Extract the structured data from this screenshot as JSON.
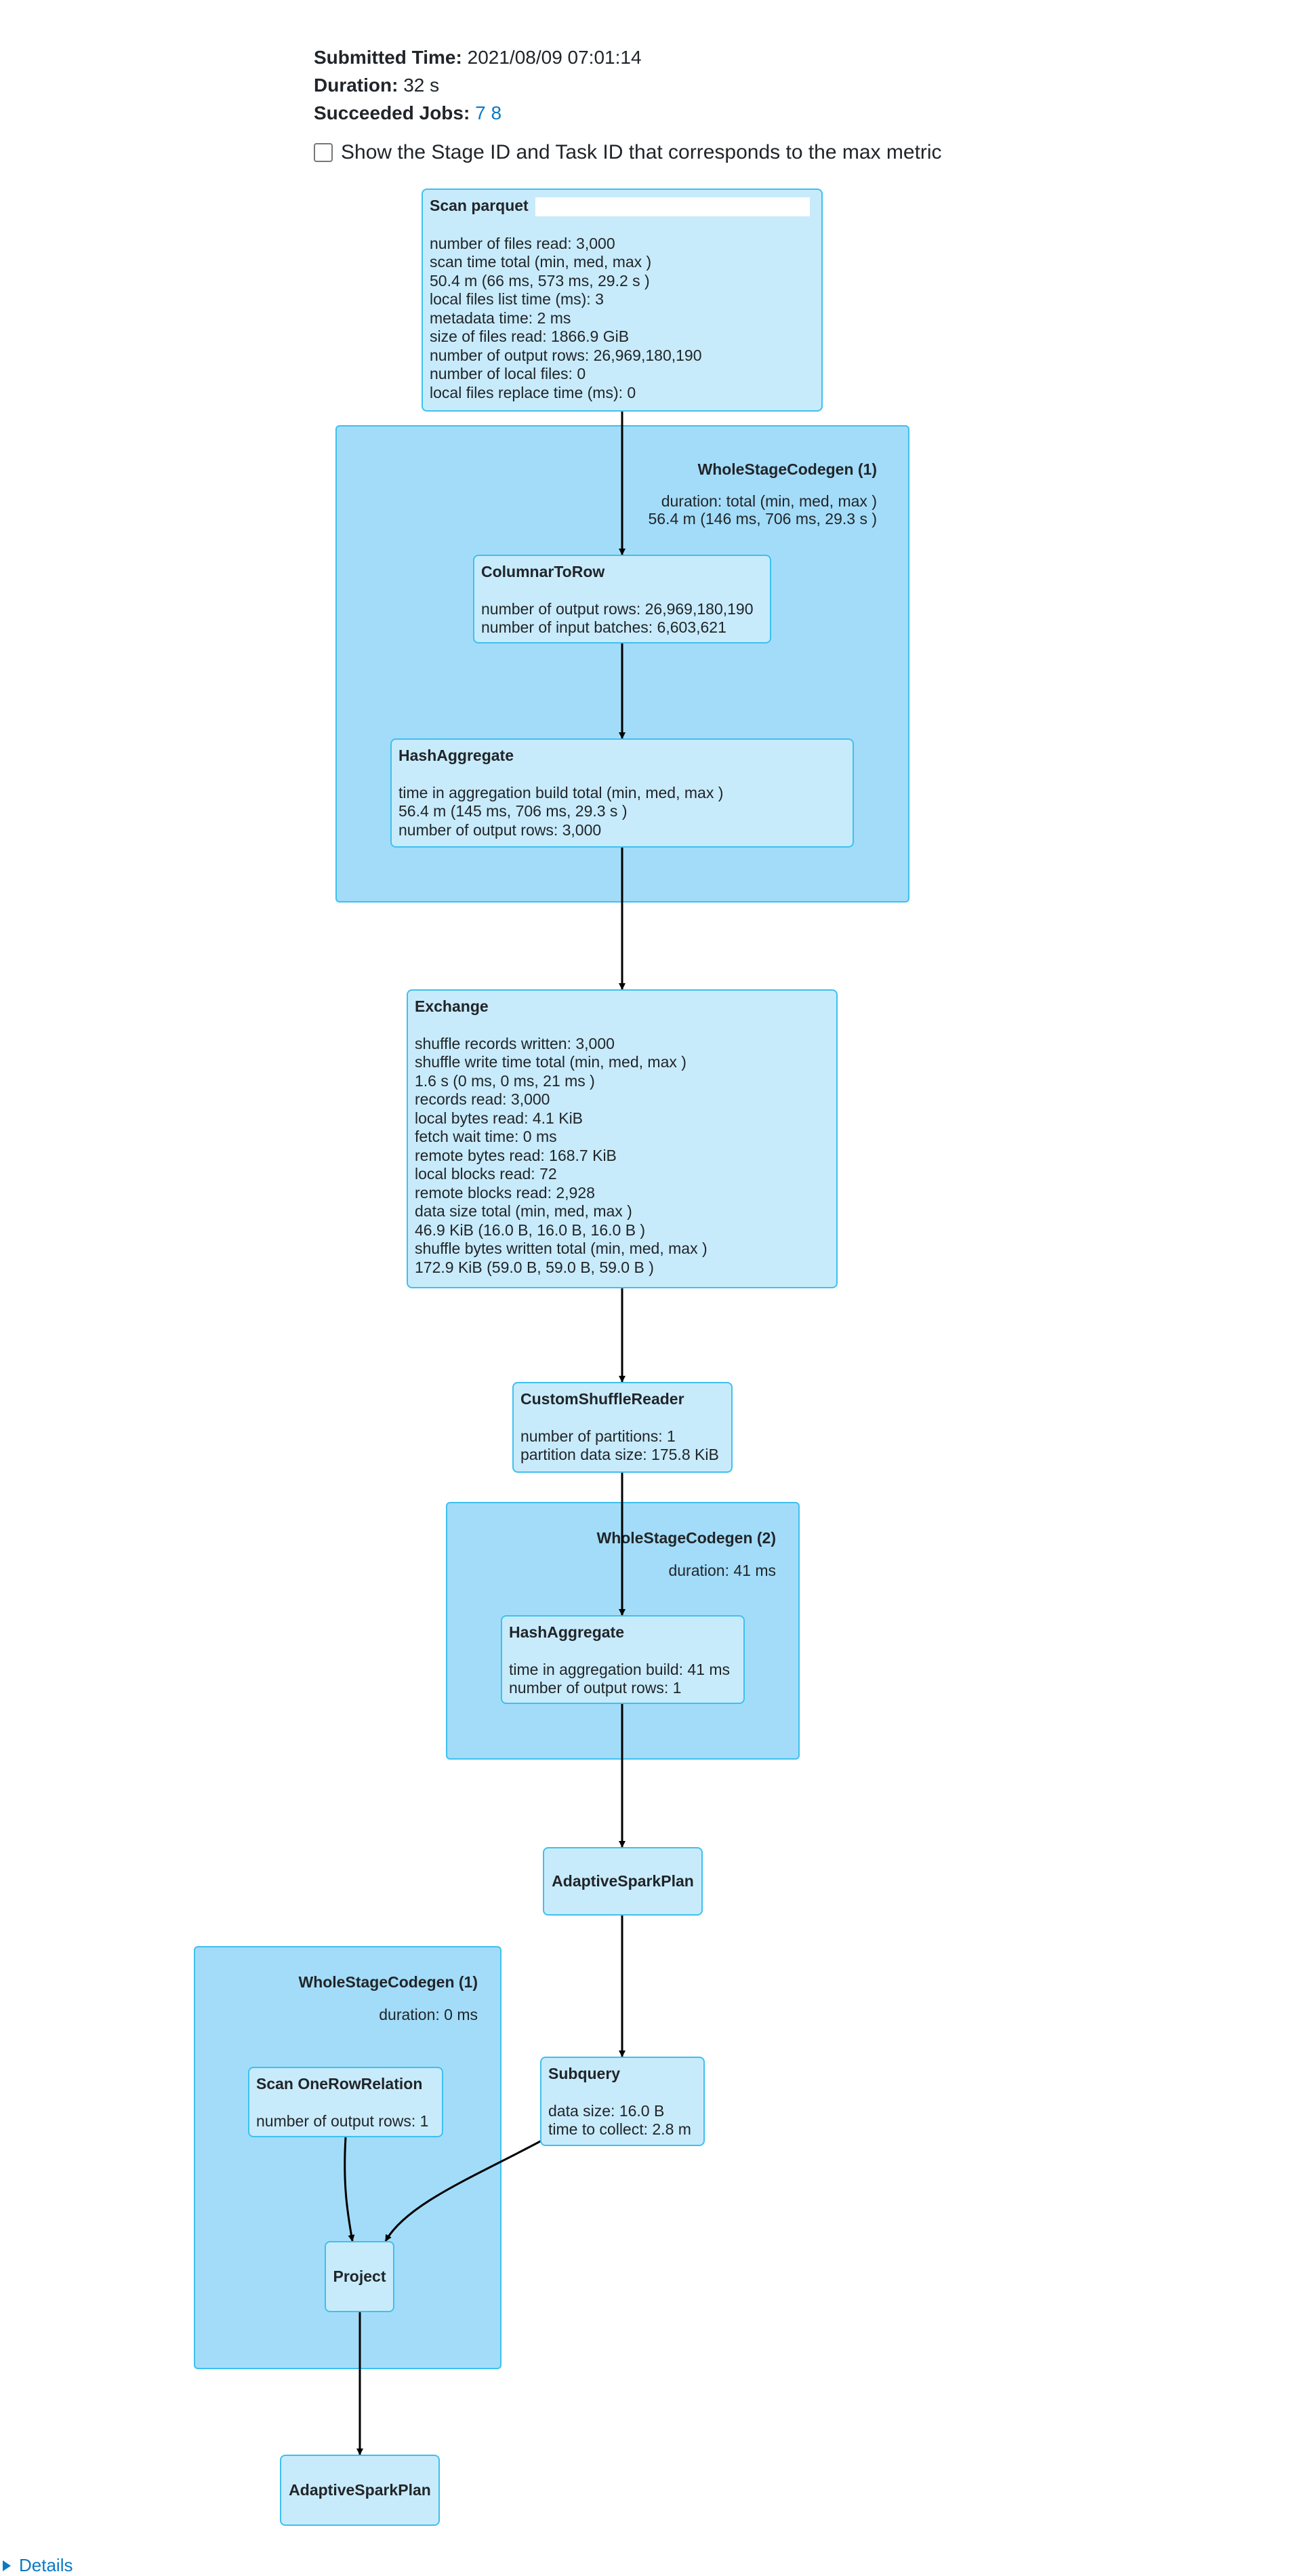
{
  "summary": {
    "submitted_label": "Submitted Time:",
    "submitted_value": "2021/08/09 07:01:14",
    "duration_label": "Duration:",
    "duration_value": "32 s",
    "jobs_label": "Succeeded Jobs:",
    "job_links": [
      "7",
      "8"
    ]
  },
  "checkbox": {
    "label": "Show the Stage ID and Task ID that corresponds to the max metric",
    "checked": false
  },
  "clusters": [
    {
      "title": "WholeStageCodegen (1)",
      "lines": [
        "duration: total (min, med, max )",
        "56.4 m (146 ms, 706 ms, 29.3 s )"
      ]
    },
    {
      "title": "WholeStageCodegen (2)",
      "lines": [
        "duration: 41 ms"
      ]
    },
    {
      "title": "WholeStageCodegen (1)",
      "lines": [
        "duration: 0 ms"
      ]
    }
  ],
  "nodes": {
    "scan_parquet": {
      "title": "Scan parquet",
      "lines": [
        "number of files read: 3,000",
        "scan time total (min, med, max )",
        "50.4 m (66 ms, 573 ms, 29.2 s )",
        "local files list time (ms): 3",
        "metadata time: 2 ms",
        "size of files read: 1866.9 GiB",
        "number of output rows: 26,969,180,190",
        "number of local files: 0",
        "local files replace time (ms): 0"
      ]
    },
    "columnar_to_row": {
      "title": "ColumnarToRow",
      "lines": [
        "number of output rows: 26,969,180,190",
        "number of input batches: 6,603,621"
      ]
    },
    "hash_aggregate_1": {
      "title": "HashAggregate",
      "lines": [
        "time in aggregation build total (min, med, max )",
        "56.4 m (145 ms, 706 ms, 29.3 s )",
        "number of output rows: 3,000"
      ]
    },
    "exchange": {
      "title": "Exchange",
      "lines": [
        "shuffle records written: 3,000",
        "shuffle write time total (min, med, max )",
        "1.6 s (0 ms, 0 ms, 21 ms )",
        "records read: 3,000",
        "local bytes read: 4.1 KiB",
        "fetch wait time: 0 ms",
        "remote bytes read: 168.7 KiB",
        "local blocks read: 72",
        "remote blocks read: 2,928",
        "data size total (min, med, max )",
        "46.9 KiB (16.0 B, 16.0 B, 16.0 B )",
        "shuffle bytes written total (min, med, max )",
        "172.9 KiB (59.0 B, 59.0 B, 59.0 B )"
      ]
    },
    "custom_shuffle_reader": {
      "title": "CustomShuffleReader",
      "lines": [
        "number of partitions: 1",
        "partition data size: 175.8 KiB"
      ]
    },
    "hash_aggregate_2": {
      "title": "HashAggregate",
      "lines": [
        "time in aggregation build: 41 ms",
        "number of output rows: 1"
      ]
    },
    "adaptive_spark_plan_1": {
      "title": "AdaptiveSparkPlan",
      "lines": []
    },
    "subquery": {
      "title": "Subquery",
      "lines": [
        "data size: 16.0 B",
        "time to collect: 2.8 m"
      ]
    },
    "scan_one_row": {
      "title": "Scan OneRowRelation",
      "lines": [
        "number of output rows: 1"
      ]
    },
    "project": {
      "title": "Project",
      "lines": []
    },
    "adaptive_spark_plan_2": {
      "title": "AdaptiveSparkPlan",
      "lines": []
    }
  },
  "footer": {
    "details_label": "Details"
  },
  "colors": {
    "cluster_fill": "#a3dcf8",
    "node_fill": "#c8ebfb",
    "border": "#3ec0f0",
    "link": "#0a79c5"
  }
}
